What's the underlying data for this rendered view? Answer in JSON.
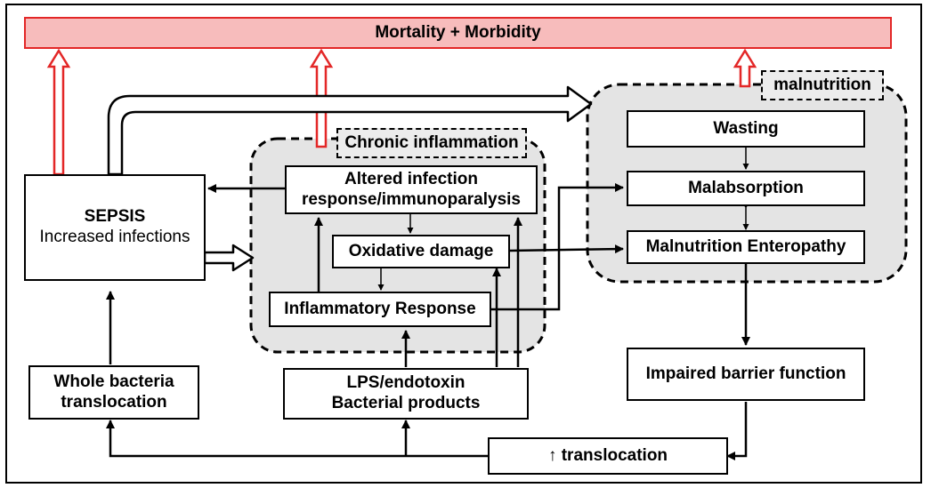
{
  "colors": {
    "mortality_fill": "#f7bcbc",
    "mortality_border": "#e32727",
    "region_fill": "#e4e4e4"
  },
  "top_bar": {
    "label": "Mortality + Morbidity"
  },
  "tags": {
    "chronic_inflammation": "Chronic inflammation",
    "malnutrition": "malnutrition"
  },
  "boxes": {
    "sepsis_title": "SEPSIS",
    "sepsis_sub": "Increased infections",
    "altered_line1": "Altered infection",
    "altered_line2": "response/immunoparalysis",
    "oxidative": "Oxidative damage",
    "inflammatory": "Inflammatory Response",
    "wasting": "Wasting",
    "malabsorption": "Malabsorption",
    "enteropathy": "Malnutrition Enteropathy",
    "barrier": "Impaired barrier function",
    "whole_line1": "Whole bacteria",
    "whole_line2": "translocation",
    "lps_line1": "LPS/endotoxin",
    "lps_line2": "Bacterial products",
    "translocation": "↑ translocation"
  }
}
